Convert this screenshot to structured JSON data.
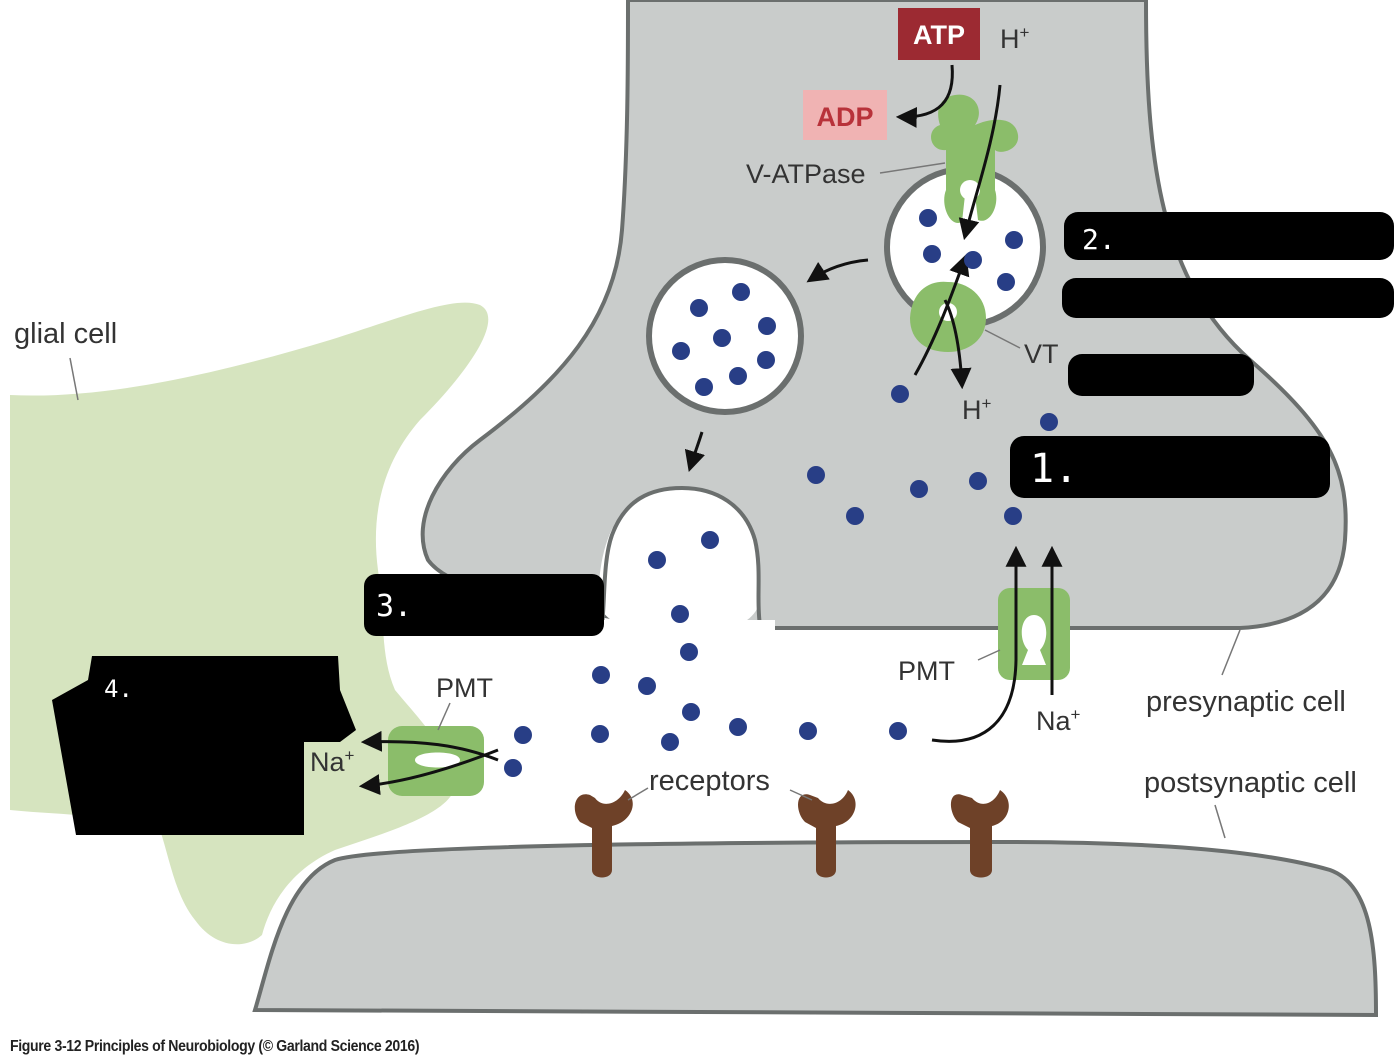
{
  "labels": {
    "atp": "ATP",
    "adp": "ADP",
    "h_plus_top": "H",
    "h_plus_vt": "H",
    "plus": "+",
    "v_atpase": "V-ATPase",
    "vt": "VT",
    "glial_cell": "glial cell",
    "pmt_glial": "PMT",
    "pmt_presyn": "PMT",
    "na_glial": "Na",
    "na_presyn": "Na",
    "receptors": "receptors",
    "presynaptic_cell": "presynaptic cell",
    "postsynaptic_cell": "postsynaptic cell"
  },
  "redaction_marks": {
    "mark_1": "1.",
    "mark_2": "2.",
    "mark_3": "3.",
    "mark_4": "4."
  },
  "caption": "Figure 3-12  Principles of Neurobiology (© Garland Science 2016)",
  "colors": {
    "cell_gray": "#c9cccb",
    "membrane": "#6b6f6e",
    "glia": "#d6e4bf",
    "transporter": "#8bbd6a",
    "transporter_dark": "#5e9a45",
    "receptor": "#6e4128",
    "dot": "#283e86",
    "atp_red": "#9c2a32",
    "adp_pink": "#f0b3b3",
    "adp_text": "#b8323a"
  }
}
